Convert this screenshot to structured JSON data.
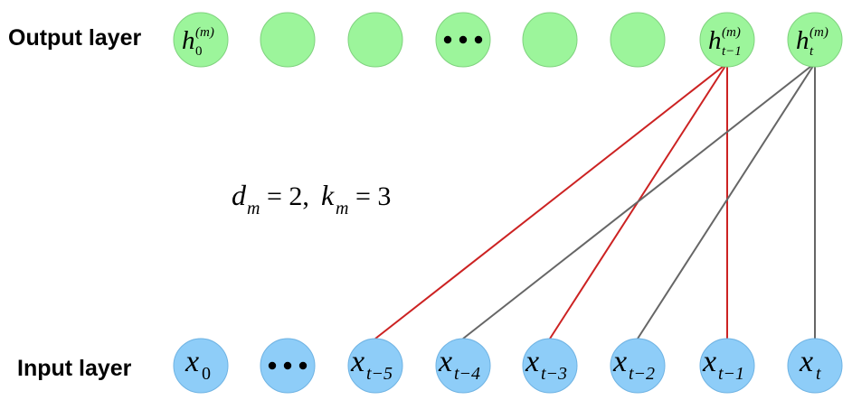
{
  "labels": {
    "output_layer": "Output layer",
    "input_layer": "Input layer"
  },
  "colors": {
    "output_node": "#9cf59b",
    "output_node_stroke": "#7fd27e",
    "input_node": "#8ecdf8",
    "input_node_stroke": "#6fb3e3",
    "connection_highlight": "#cc2222",
    "connection_other": "#666666"
  },
  "output_nodes": [
    {
      "base": "h",
      "sub": "0",
      "sup": "(m)"
    },
    {
      "base": "",
      "sub": "",
      "sup": ""
    },
    {
      "base": "",
      "sub": "",
      "sup": ""
    },
    {
      "base": "ellipsis",
      "sub": "",
      "sup": ""
    },
    {
      "base": "",
      "sub": "",
      "sup": ""
    },
    {
      "base": "",
      "sub": "",
      "sup": ""
    },
    {
      "base": "h",
      "sub": "t−1",
      "sup": "(m)"
    },
    {
      "base": "h",
      "sub": "t",
      "sup": "(m)"
    }
  ],
  "input_nodes": [
    {
      "base": "x",
      "sub": "0"
    },
    {
      "base": "ellipsis",
      "sub": ""
    },
    {
      "base": "x",
      "sub": "t−5"
    },
    {
      "base": "x",
      "sub": "t−4"
    },
    {
      "base": "x",
      "sub": "t−3"
    },
    {
      "base": "x",
      "sub": "t−2"
    },
    {
      "base": "x",
      "sub": "t−1"
    },
    {
      "base": "x",
      "sub": "t"
    }
  ],
  "connections": [
    {
      "from_output": 6,
      "to_input": 2,
      "style": "highlight"
    },
    {
      "from_output": 6,
      "to_input": 4,
      "style": "highlight"
    },
    {
      "from_output": 6,
      "to_input": 6,
      "style": "highlight"
    },
    {
      "from_output": 7,
      "to_input": 3,
      "style": "other"
    },
    {
      "from_output": 7,
      "to_input": 5,
      "style": "other"
    },
    {
      "from_output": 7,
      "to_input": 7,
      "style": "other"
    }
  ],
  "equation": {
    "d_base": "d",
    "d_sub": "m",
    "d_value": "= 2,",
    "k_base": "k",
    "k_sub": "m",
    "k_value": "= 3"
  }
}
